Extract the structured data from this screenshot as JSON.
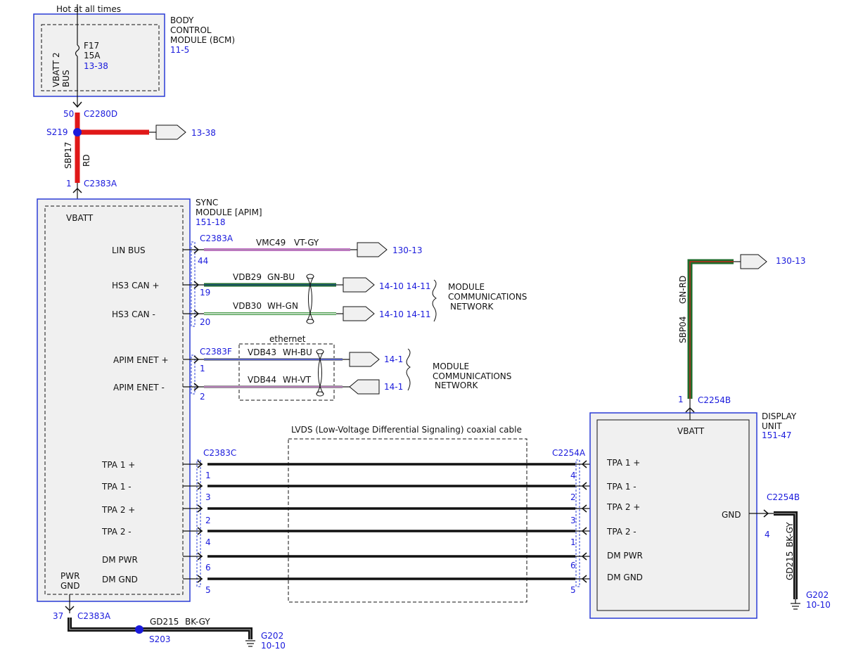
{
  "colors": {
    "blue_outline": "#2a3cd6",
    "module_fill": "#f0f0f0",
    "red_wire": "#e01818",
    "green_wire": "#1f6b2b",
    "violet_wire": "#c46fc8",
    "gray_wire": "#9a9a9a",
    "black_wire": "#111111",
    "splice_dot": "#1a1adc"
  },
  "icons": [
    "fuse-icon",
    "splice-icon",
    "ground-icon",
    "twisted-pair-icon",
    "connector-arrow-icon",
    "page-reference-flag-icon"
  ],
  "top_note": "Hot at all times",
  "bcm": {
    "name_lines": [
      "BODY",
      "CONTROL",
      "MODULE (BCM)"
    ],
    "ref": "11-5",
    "bus_lines": [
      "VBATT 2",
      "BUS"
    ],
    "fuse_name": "F17",
    "fuse_rating": "15A",
    "fuse_ref": "13-38",
    "connector": "C2280D",
    "pin": "50"
  },
  "splice_s219": {
    "name": "S219",
    "branch_ref": "13-38",
    "circuit": "SBP17",
    "color": "RD"
  },
  "apim": {
    "connector_vbatt": "C2383A",
    "pin_vbatt": "1",
    "name_lines": [
      "SYNC",
      "MODULE [APIM]"
    ],
    "ref": "151-18",
    "vbatt_label": "VBATT",
    "pwr_gnd_lines": [
      "PWR",
      "GND"
    ],
    "pins": {
      "lin_bus": "LIN BUS",
      "hs3_can_plus": "HS3 CAN +",
      "hs3_can_minus": "HS3 CAN -",
      "enet_plus": "APIM ENET +",
      "enet_minus": "APIM ENET -",
      "tpa1_plus": "TPA 1 +",
      "tpa1_minus": "TPA 1 -",
      "tpa2_plus": "TPA 2 +",
      "tpa2_minus": "TPA 2 -",
      "dm_pwr": "DM PWR",
      "dm_gnd": "DM GND"
    }
  },
  "network_a": {
    "connector": "C2383A",
    "lin": {
      "pin": "44",
      "circuit": "VMC49",
      "color": "VT-GY",
      "ref": "130-13"
    },
    "can_plus": {
      "pin": "19",
      "circuit": "VDB29",
      "color": "GN-BU",
      "ref": "14-10 14-11"
    },
    "can_minus": {
      "pin": "20",
      "circuit": "VDB30",
      "color": "WH-GN",
      "ref": "14-10 14-11"
    },
    "network_lines": [
      "MODULE",
      "COMMUNICATIONS",
      "NETWORK"
    ]
  },
  "ethernet": {
    "connector": "C2383F",
    "label": "ethernet",
    "plus": {
      "pin": "1",
      "circuit": "VDB43",
      "color": "WH-BU",
      "ref": "14-1"
    },
    "minus": {
      "pin": "2",
      "circuit": "VDB44",
      "color": "WH-VT",
      "ref": "14-1"
    },
    "network_lines": [
      "MODULE",
      "COMMUNICATIONS",
      "NETWORK"
    ]
  },
  "lvds": {
    "label": "LVDS (Low-Voltage Differential Signaling) coaxial cable",
    "apim_connector": "C2383C",
    "display_connector": "C2254A",
    "apim_pins": [
      "1",
      "3",
      "2",
      "4",
      "6",
      "5"
    ],
    "display_pins": [
      "4",
      "2",
      "3",
      "1",
      "6",
      "5"
    ]
  },
  "display": {
    "name_lines": [
      "DISPLAY",
      "UNIT"
    ],
    "ref": "151-47",
    "vbatt_label": "VBATT",
    "vbatt_connector": "C2254B",
    "vbatt_pin": "1",
    "feed_circuit": "SBP04",
    "feed_color": "GN-RD",
    "feed_ref": "130-13",
    "gnd_label": "GND",
    "gnd_connector": "C2254B",
    "gnd_pin": "4",
    "gnd_circuit": "GD215",
    "gnd_color": "BK-GY",
    "ground_name": "G202",
    "ground_ref": "10-10",
    "pins": [
      "TPA 1 +",
      "TPA 1 -",
      "TPA 2 +",
      "TPA 2 -",
      "DM PWR",
      "DM GND"
    ]
  },
  "apim_ground": {
    "connector": "C2383A",
    "pin": "37",
    "circuit": "GD215",
    "color": "BK-GY",
    "splice": "S203",
    "ground_name": "G202",
    "ground_ref": "10-10"
  }
}
